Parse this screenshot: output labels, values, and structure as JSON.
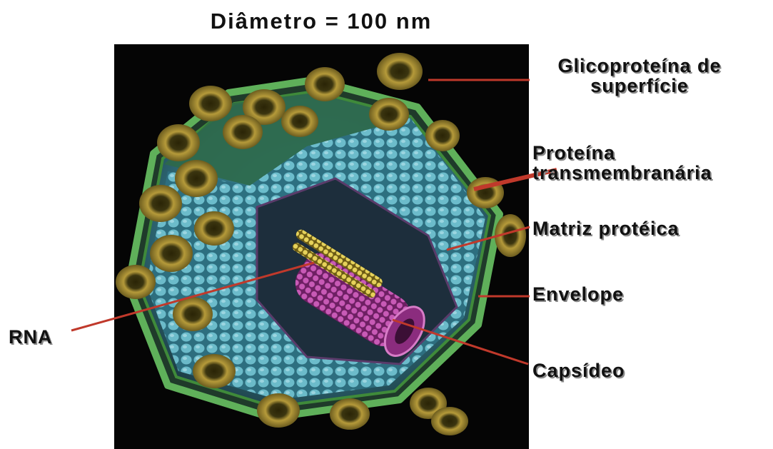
{
  "title": "Diâmetro = 100 nm",
  "labels": {
    "glycoprotein_line1": "Glicoproteína de",
    "glycoprotein_line2": "superfície",
    "transmembrane_line1": "Proteína",
    "transmembrane_line2": "transmembranária",
    "matrix": "Matriz protéica",
    "envelope": "Envelope",
    "capsid": "Capsídeo",
    "rna": "RNA"
  },
  "colors": {
    "leader_line": "#c0392b",
    "envelope_green": "#3f8a3a",
    "capsid_blue": "#4fa3b8",
    "capsid_core_magenta": "#a23a94",
    "rna_yellow": "#c9b23a",
    "glycoprotein_gold": "#8c7a2a"
  }
}
